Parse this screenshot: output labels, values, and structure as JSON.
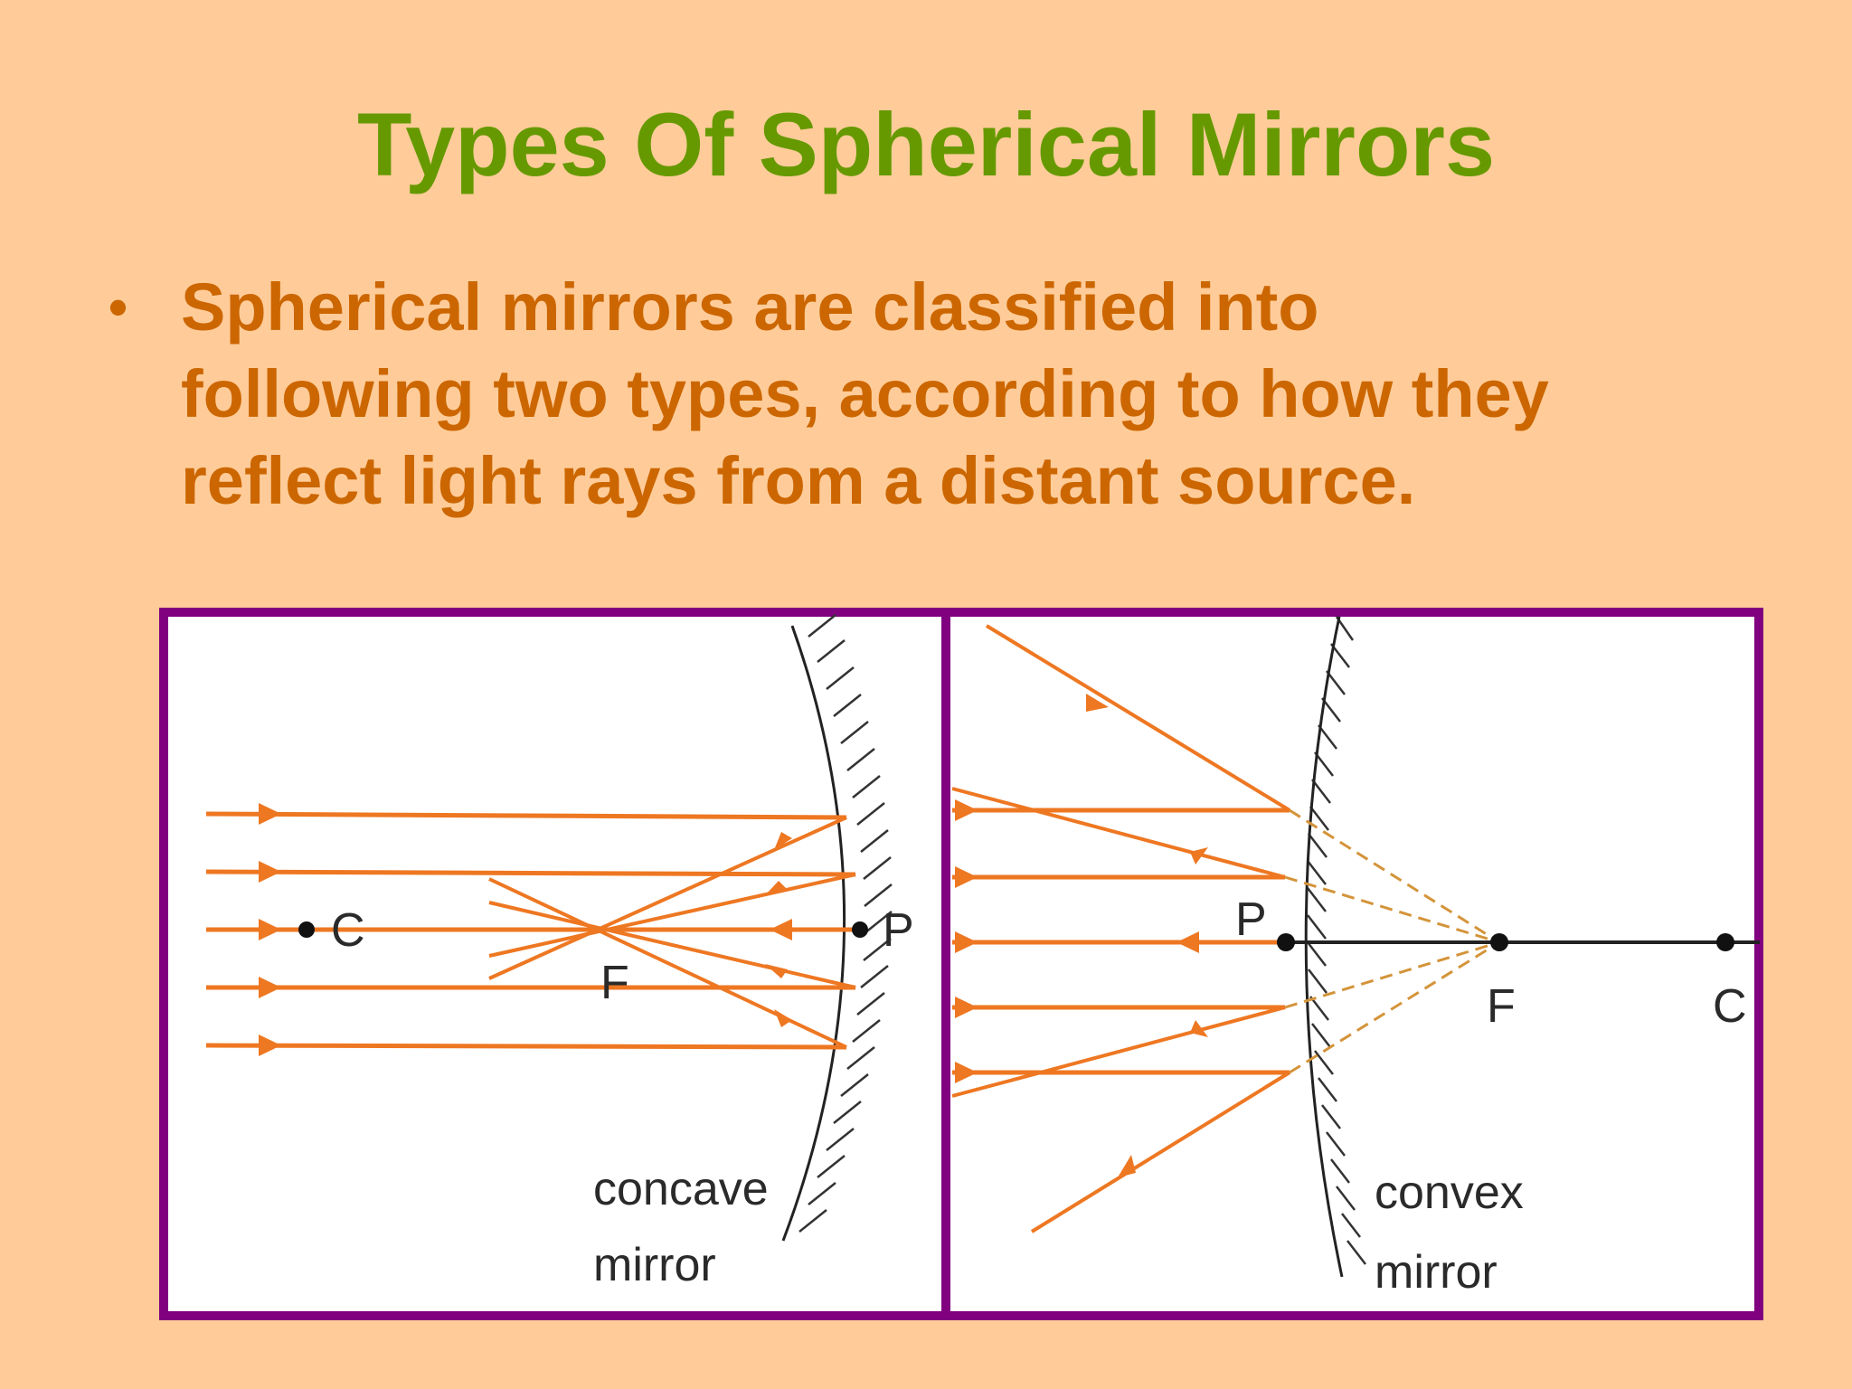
{
  "slide": {
    "title": "Types Of Spherical Mirrors",
    "bullet_lines": [
      "Spherical mirrors are classified into",
      "following two types, according to how they",
      "reflect light rays from a distant source."
    ]
  },
  "concave_diagram": {
    "labels": {
      "center": "C",
      "focus": "F",
      "pole": "P"
    },
    "caption": [
      "concave",
      "mirror"
    ]
  },
  "convex_diagram": {
    "labels": {
      "pole": "P",
      "focus": "F",
      "center": "C"
    },
    "caption": [
      "convex",
      "mirror"
    ]
  },
  "colors": {
    "background": "#ffcc99",
    "title": "#669900",
    "body_text": "#cc6600",
    "frame": "#800080",
    "ray": "#ee7722",
    "mirror": "#222222"
  }
}
